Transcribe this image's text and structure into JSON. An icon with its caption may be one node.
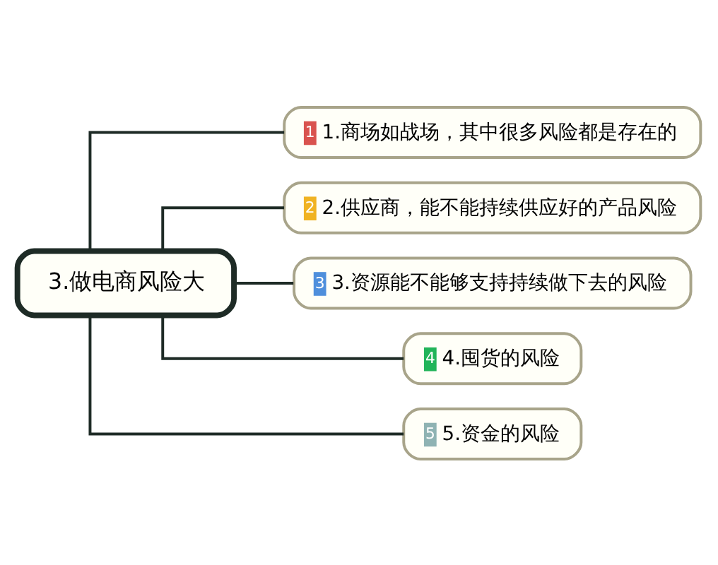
{
  "diagram": {
    "nodes": [
      {
        "text": [
          "3.做电商风险大"
        ]
      },
      {
        "text": [
          "1",
          "1.商场如战场，其中很多风险都是存在的"
        ]
      },
      {
        "text": [
          "2",
          "2.供应商，能不能持续供应好的产品风险"
        ]
      },
      {
        "text": [
          "3",
          "3.资源能不能够支持持续做下去的风险"
        ]
      },
      {
        "text": [
          "4",
          "4.囤货的风险"
        ]
      },
      {
        "text": [
          "5",
          "5.资金的风险"
        ]
      }
    ],
    "edges": [
      {
        "from": 0,
        "to": 1,
        "arrow": "none"
      },
      {
        "from": 0,
        "to": 2,
        "arrow": "none"
      },
      {
        "from": 0,
        "to": 3,
        "arrow": "none"
      },
      {
        "from": 0,
        "to": 4,
        "arrow": "none"
      },
      {
        "from": 0,
        "to": 5,
        "arrow": "none"
      }
    ]
  }
}
